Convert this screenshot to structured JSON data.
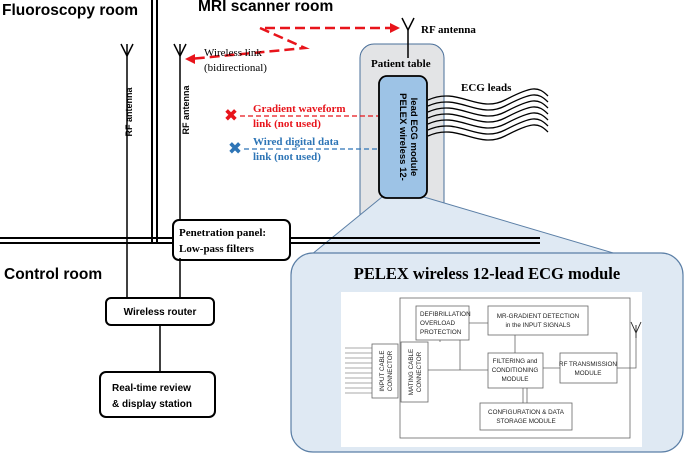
{
  "rooms": {
    "fluoroscopy": "Fluoroscopy room",
    "mri": "MRI scanner room",
    "control": "Control room"
  },
  "antennas": {
    "rf_antenna_right": "RF antenna",
    "rf_antenna_left_1": "RF antenna",
    "rf_antenna_left_2": "RF antenna"
  },
  "wireless_link": {
    "line1": "Wireless link",
    "line2": "(bidirectional)"
  },
  "patient_table": "Patient table",
  "ecg_leads": "ECG leads",
  "ecg_module_vertical": {
    "line1": "PELEX wireless 12-",
    "line2": "lead ECG module"
  },
  "unused_links": {
    "gradient": {
      "line1": "Gradient waveform",
      "line2": "link (not used)",
      "color": "#e8141b"
    },
    "wired": {
      "line1": "Wired digital data",
      "line2": "link (not used)",
      "color": "#2e75b6"
    }
  },
  "penetration_panel": {
    "line1": "Penetration panel:",
    "line2": "Low-pass filters"
  },
  "wireless_router": "Wireless router",
  "review_station": {
    "line1": "Real-time review",
    "line2": "& display station"
  },
  "module_detail": {
    "title": "PELEX wireless 12-lead ECG module",
    "blocks": {
      "defib": [
        "DEFIBRILLATION",
        "OVERLOAD",
        "PROTECTION"
      ],
      "mr_gradient": [
        "MR-GRADIENT DETECTION",
        "in the INPUT SIGNALS"
      ],
      "input_cable": [
        "INPUT CABLE",
        "CONNECTOR"
      ],
      "mating_cable": [
        "MATING CABLE",
        "CONNECTOR"
      ],
      "filtering": [
        "FILTERING and",
        "CONDITIONING",
        "MODULE"
      ],
      "rf_transmission": [
        "RF TRANSMISSION",
        "MODULE"
      ],
      "config": [
        "CONFIGURATION & DATA",
        "STORAGE MODULE"
      ]
    }
  },
  "colors": {
    "red": "#e8141b",
    "blue": "#2e75b6",
    "mri_area_fill": "#e3e4e6",
    "module_fill": "#9dc3e6",
    "detail_fill": "#dfe9f3",
    "detail_stroke": "#5b7fa6"
  }
}
